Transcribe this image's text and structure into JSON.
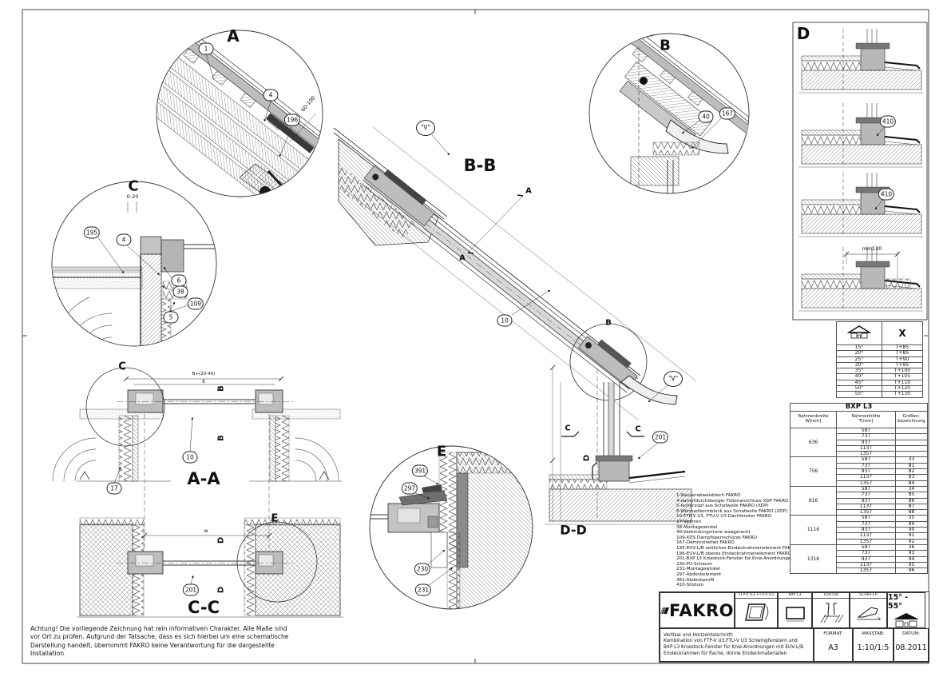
{
  "details": {
    "a": {
      "label": "A",
      "callout_1": "1",
      "callout_2": "4",
      "callout_3": "196",
      "dim": "60-100"
    },
    "b": {
      "label": "B",
      "callout_1": "40",
      "callout_2": "167"
    },
    "c": {
      "label": "C",
      "callout_1": "195",
      "callout_2": "4",
      "callout_3": "6",
      "callout_4": "38",
      "callout_5": "109",
      "callout_6": "5",
      "dim": "0-20"
    },
    "e": {
      "label": "E",
      "callout_1": "391",
      "callout_2": "297",
      "callout_3": "230",
      "callout_4": "231"
    },
    "d_panel": {
      "label": "D",
      "callout_410": "410",
      "dim": "min130"
    }
  },
  "sections": {
    "aa": {
      "label": "A-A",
      "dim_top": "B+(20-40)",
      "dim_b": "B",
      "mark_b": "B",
      "mark_c_circle": "C",
      "callout_10": "10",
      "callout_17": "17"
    },
    "bb": {
      "label": "B-B",
      "v_marker": "\"V\"",
      "mark_a": "A",
      "mark_b_circle": "B",
      "callout_10": "10",
      "callout_201": "201",
      "mark_c": "C",
      "mark_d": "D"
    },
    "cc": {
      "label": "C-C",
      "dim_w": "w",
      "mark_d": "D",
      "mark_e_circle": "E",
      "callout_201": "201"
    },
    "dd": {
      "label": "D-D"
    }
  },
  "parts_list": [
    "1-Wasserabweisblech FAKRO",
    "4-dampfdurchlässiger Folienanschluss XDP FAKRO",
    "5-Isolierzopf aus Schafwolle FAKRO (XDP)",
    "8-Wärmedämmblock aus Schafwolle FAKRO (XDP)",
    "10-FTP-V U3, FTU-V U3 Dachfenster FAKRO",
    "17-Sparren",
    "38-Montagewinkel",
    "40-Verbindungsrinne waagerecht",
    "109-XDS Dampfsperrschürze FAKRO",
    "167-Dämmstreifen FAKRO",
    "195-EUV-L/B seitliches Eindeckrahmenelement FAKRO",
    "196-EUV-L/B oberes Eindeckrahmenelement FAKRO",
    "201-BXP L3 Kniestock-Fenster für Knie-Anordnungen FAKRO",
    "230-PU-Schaum",
    "231-Montagewinkel",
    "297-Abdeckelement",
    "361-Abdeckprofil",
    "410-Silizium"
  ],
  "angle_table": {
    "x_header": "X",
    "rows": [
      {
        "angle": "15°",
        "x": "T+85"
      },
      {
        "angle": "20°",
        "x": "T+85"
      },
      {
        "angle": "25°",
        "x": "T+90"
      },
      {
        "angle": "30°",
        "x": "T+95"
      },
      {
        "angle": "35°",
        "x": "T+100"
      },
      {
        "angle": "40°",
        "x": "T+105"
      },
      {
        "angle": "45°",
        "x": "T+110"
      },
      {
        "angle": "50°",
        "x": "T+120"
      },
      {
        "angle": "55°",
        "x": "T+130"
      }
    ]
  },
  "bxp_table": {
    "title": "BXP L3",
    "col1_line1": "Rahmenbreite",
    "col1_line2": "W[mm]",
    "col2_line1": "Rahmenhöhe",
    "col2_line2": "T[mm]",
    "col3_line1": "Größen-",
    "col3_line2": "bezeichnung",
    "groups": [
      {
        "w": "636",
        "rows": [
          {
            "t": "587",
            "code": ""
          },
          {
            "t": "737",
            "code": ""
          },
          {
            "t": "937",
            "code": ""
          },
          {
            "t": "1137",
            "code": ""
          },
          {
            "t": "1357",
            "code": ""
          }
        ]
      },
      {
        "w": "756",
        "rows": [
          {
            "t": "587",
            "code": "33"
          },
          {
            "t": "737",
            "code": "81"
          },
          {
            "t": "937",
            "code": "82"
          },
          {
            "t": "1137",
            "code": "83"
          },
          {
            "t": "1357",
            "code": "84"
          }
        ]
      },
      {
        "w": "916",
        "rows": [
          {
            "t": "587",
            "code": "34"
          },
          {
            "t": "737",
            "code": "85"
          },
          {
            "t": "937",
            "code": "86"
          },
          {
            "t": "1137",
            "code": "87"
          },
          {
            "t": "1357",
            "code": "88"
          }
        ]
      },
      {
        "w": "1116",
        "rows": [
          {
            "t": "587",
            "code": "35"
          },
          {
            "t": "737",
            "code": "89"
          },
          {
            "t": "937",
            "code": "90"
          },
          {
            "t": "1137",
            "code": "91"
          },
          {
            "t": "1357",
            "code": "92"
          }
        ]
      },
      {
        "w": "1316",
        "rows": [
          {
            "t": "587",
            "code": "36"
          },
          {
            "t": "737",
            "code": "93"
          },
          {
            "t": "937",
            "code": "94"
          },
          {
            "t": "1137",
            "code": "95"
          },
          {
            "t": "1357",
            "code": "96"
          }
        ]
      }
    ]
  },
  "title_block": {
    "logo": "FAKRO",
    "product_1": "FTP-V U3, FTU-V U3",
    "product_2": "BXP L3",
    "product_3": "EUV-L/B",
    "product_4": "SCHIEFER",
    "angle_range": "15° - 55°",
    "description": "Vertikal und Horizontalschnitt:\nKombination von FTP-V U3,FTU-V U3 Schwingfenstern und\nBXP L3 Kniestock-Fenster für Knie-Anordnungen mit EUV-L/B\nEindeckrahmen für flache, dünne Eindeckmaterialien",
    "format_label": "FORMAT:",
    "format_value": "A3",
    "scale_label": "MASSTAB:",
    "scale_value": "1:10/1:5",
    "date_label": "DATUM:",
    "date_value": "08.2011"
  },
  "drawing": {
    "disclaimer": "Achtung! Die vorliegende Zeichnung hat rein informativen Charakter. Alle Maße sind vor Ort zu prüfen. Aufgrund der Tatsache, dass es sich hierbei um eine schematische Darstellung handelt, übernimmt FAKRO keine Verantwortung für die dargestellte Installation"
  }
}
